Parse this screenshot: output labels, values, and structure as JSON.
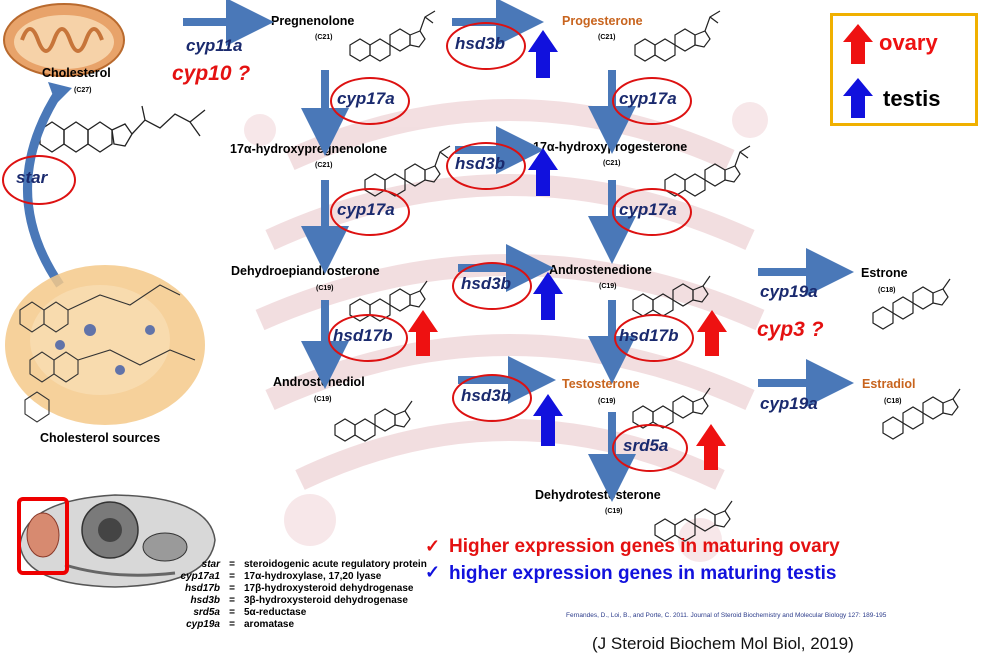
{
  "compounds": {
    "cholesterol": {
      "name": "Cholesterol",
      "carbon": "(C27)"
    },
    "pregnenolone": {
      "name": "Pregnenolone",
      "carbon": "(C21)"
    },
    "progesterone": {
      "name": "Progesterone",
      "carbon": "(C21)"
    },
    "hydroxypregnenolone": {
      "name": "17α-hydroxypregnenolone",
      "carbon": "(C21)"
    },
    "hydroxyprogesterone": {
      "name": "17α-hydroxyprogesterone",
      "carbon": "(C21)"
    },
    "dhea": {
      "name": "Dehydroepiandrosterone",
      "carbon": "(C19)"
    },
    "androstenedione": {
      "name": "Androstenedione",
      "carbon": "(C19)"
    },
    "estrone": {
      "name": "Estrone",
      "carbon": "(C18)"
    },
    "androstenediol": {
      "name": "Androstenediol",
      "carbon": "(C19)"
    },
    "testosterone": {
      "name": "Testosterone",
      "carbon": "(C19)"
    },
    "estradiol": {
      "name": "Estradiol",
      "carbon": "(C18)"
    },
    "dihydrotestosterone": {
      "name": "Dehydrotestosterone",
      "carbon": "(C19)"
    }
  },
  "cholesterol_sources": "Cholesterol sources",
  "genes": {
    "star": "star",
    "cyp11a": "cyp11a",
    "cyp10": "cyp10",
    "cyp17a": "cyp17a",
    "hsd3b": "hsd3b",
    "hsd17b": "hsd17b",
    "srd5a": "srd5a",
    "cyp19a": "cyp19a",
    "cyp3": "cyp3",
    "question": "?"
  },
  "key": {
    "ovary": "ovary",
    "testis": "testis"
  },
  "notes": {
    "check": "✓",
    "ovary_line": "Higher expression genes in maturing ovary",
    "testis_line": "higher expression genes in maturing testis"
  },
  "abbreviations": [
    {
      "key": "star",
      "eq": "=",
      "value": "steroidogenic acute regulatory protein"
    },
    {
      "key": "cyp17a1",
      "eq": "=",
      "value": "17α-hydroxylase, 17,20 lyase"
    },
    {
      "key": "hsd17b",
      "eq": "=",
      "value": "17β-hydroxysteroid dehydrogenase"
    },
    {
      "key": "hsd3b",
      "eq": "=",
      "value": "3β-hydroxysteroid dehydrogenase"
    },
    {
      "key": "srd5a",
      "eq": "=",
      "value": "5α-reductase"
    },
    {
      "key": "cyp19a",
      "eq": "=",
      "value": "aromatase"
    }
  ],
  "reference_small": "Fernandes, D., Loi, B., and Porte, C.  2011.  Journal of Steroid Biochemistry and Molecular Biology 127: 189-195",
  "citation": "(J Steroid Biochem Mol Biol, 2019)",
  "colors": {
    "ovary_red": "#ee1111",
    "testis_blue": "#1111dd",
    "gene_text": "#1a2a6e",
    "flow_arrow": "#4a78b8",
    "ellipse": "#dd1111",
    "key_border": "#f0b000",
    "orange_compound": "#c8641e"
  }
}
